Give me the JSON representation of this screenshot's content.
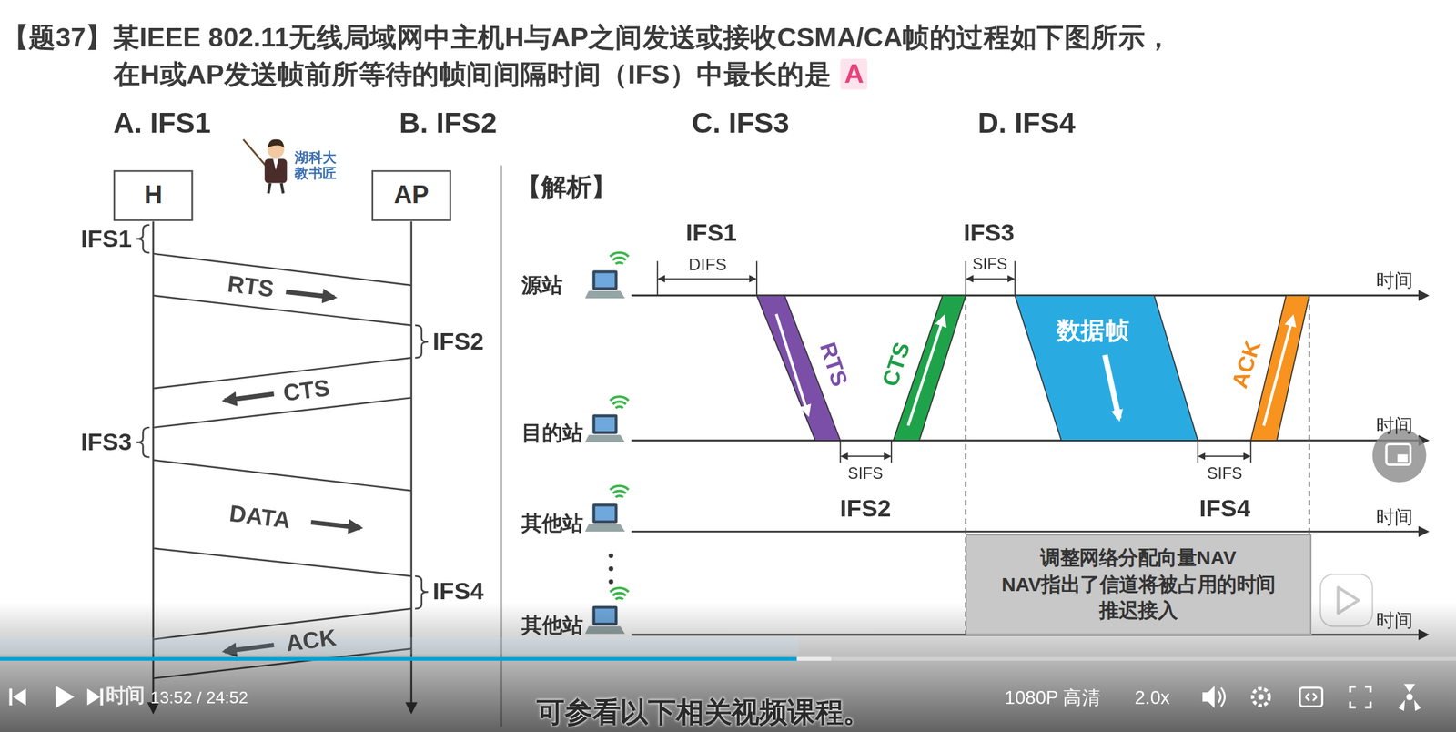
{
  "diagram": {
    "title": "【题37】某IEEE 802.11无线局域网中主机H与AP之间发送或接收CSMA/CA帧的过程如下图所示， 在H或AP发送帧前所等待的帧间间隔时间（IFS）中最长的是",
    "nodes": [
      {
        "text": [
          "H"
        ]
      },
      {
        "text": [
          "AP"
        ]
      },
      {
        "text": [
          "调整网络分配向量NAV NAV指出了信道将被占用的时间 推迟接入"
        ]
      }
    ],
    "labels": [
      "A",
      "A. IFS1",
      "B. IFS2",
      "C. IFS3",
      "D. IFS4",
      "湖科大 教书匠",
      "IFS1",
      "RTS",
      "IFS2",
      "CTS",
      "IFS3",
      "DATA",
      "IFS4",
      "ACK",
      "时间",
      "【解析】",
      "源站",
      "目的站",
      "其他站",
      "其他站",
      "时间",
      "时间",
      "时间",
      "时间",
      "IFS1",
      "DIFS",
      "IFS3",
      "SIFS",
      "RTS",
      "CTS",
      "数据帧",
      "ACK",
      "SIFS",
      "IFS2",
      "SIFS",
      "IFS4",
      "可参看以下相关视频课程。",
      "13:52 / 24:52",
      "1080P 高清",
      "2.0x"
    ]
  }
}
